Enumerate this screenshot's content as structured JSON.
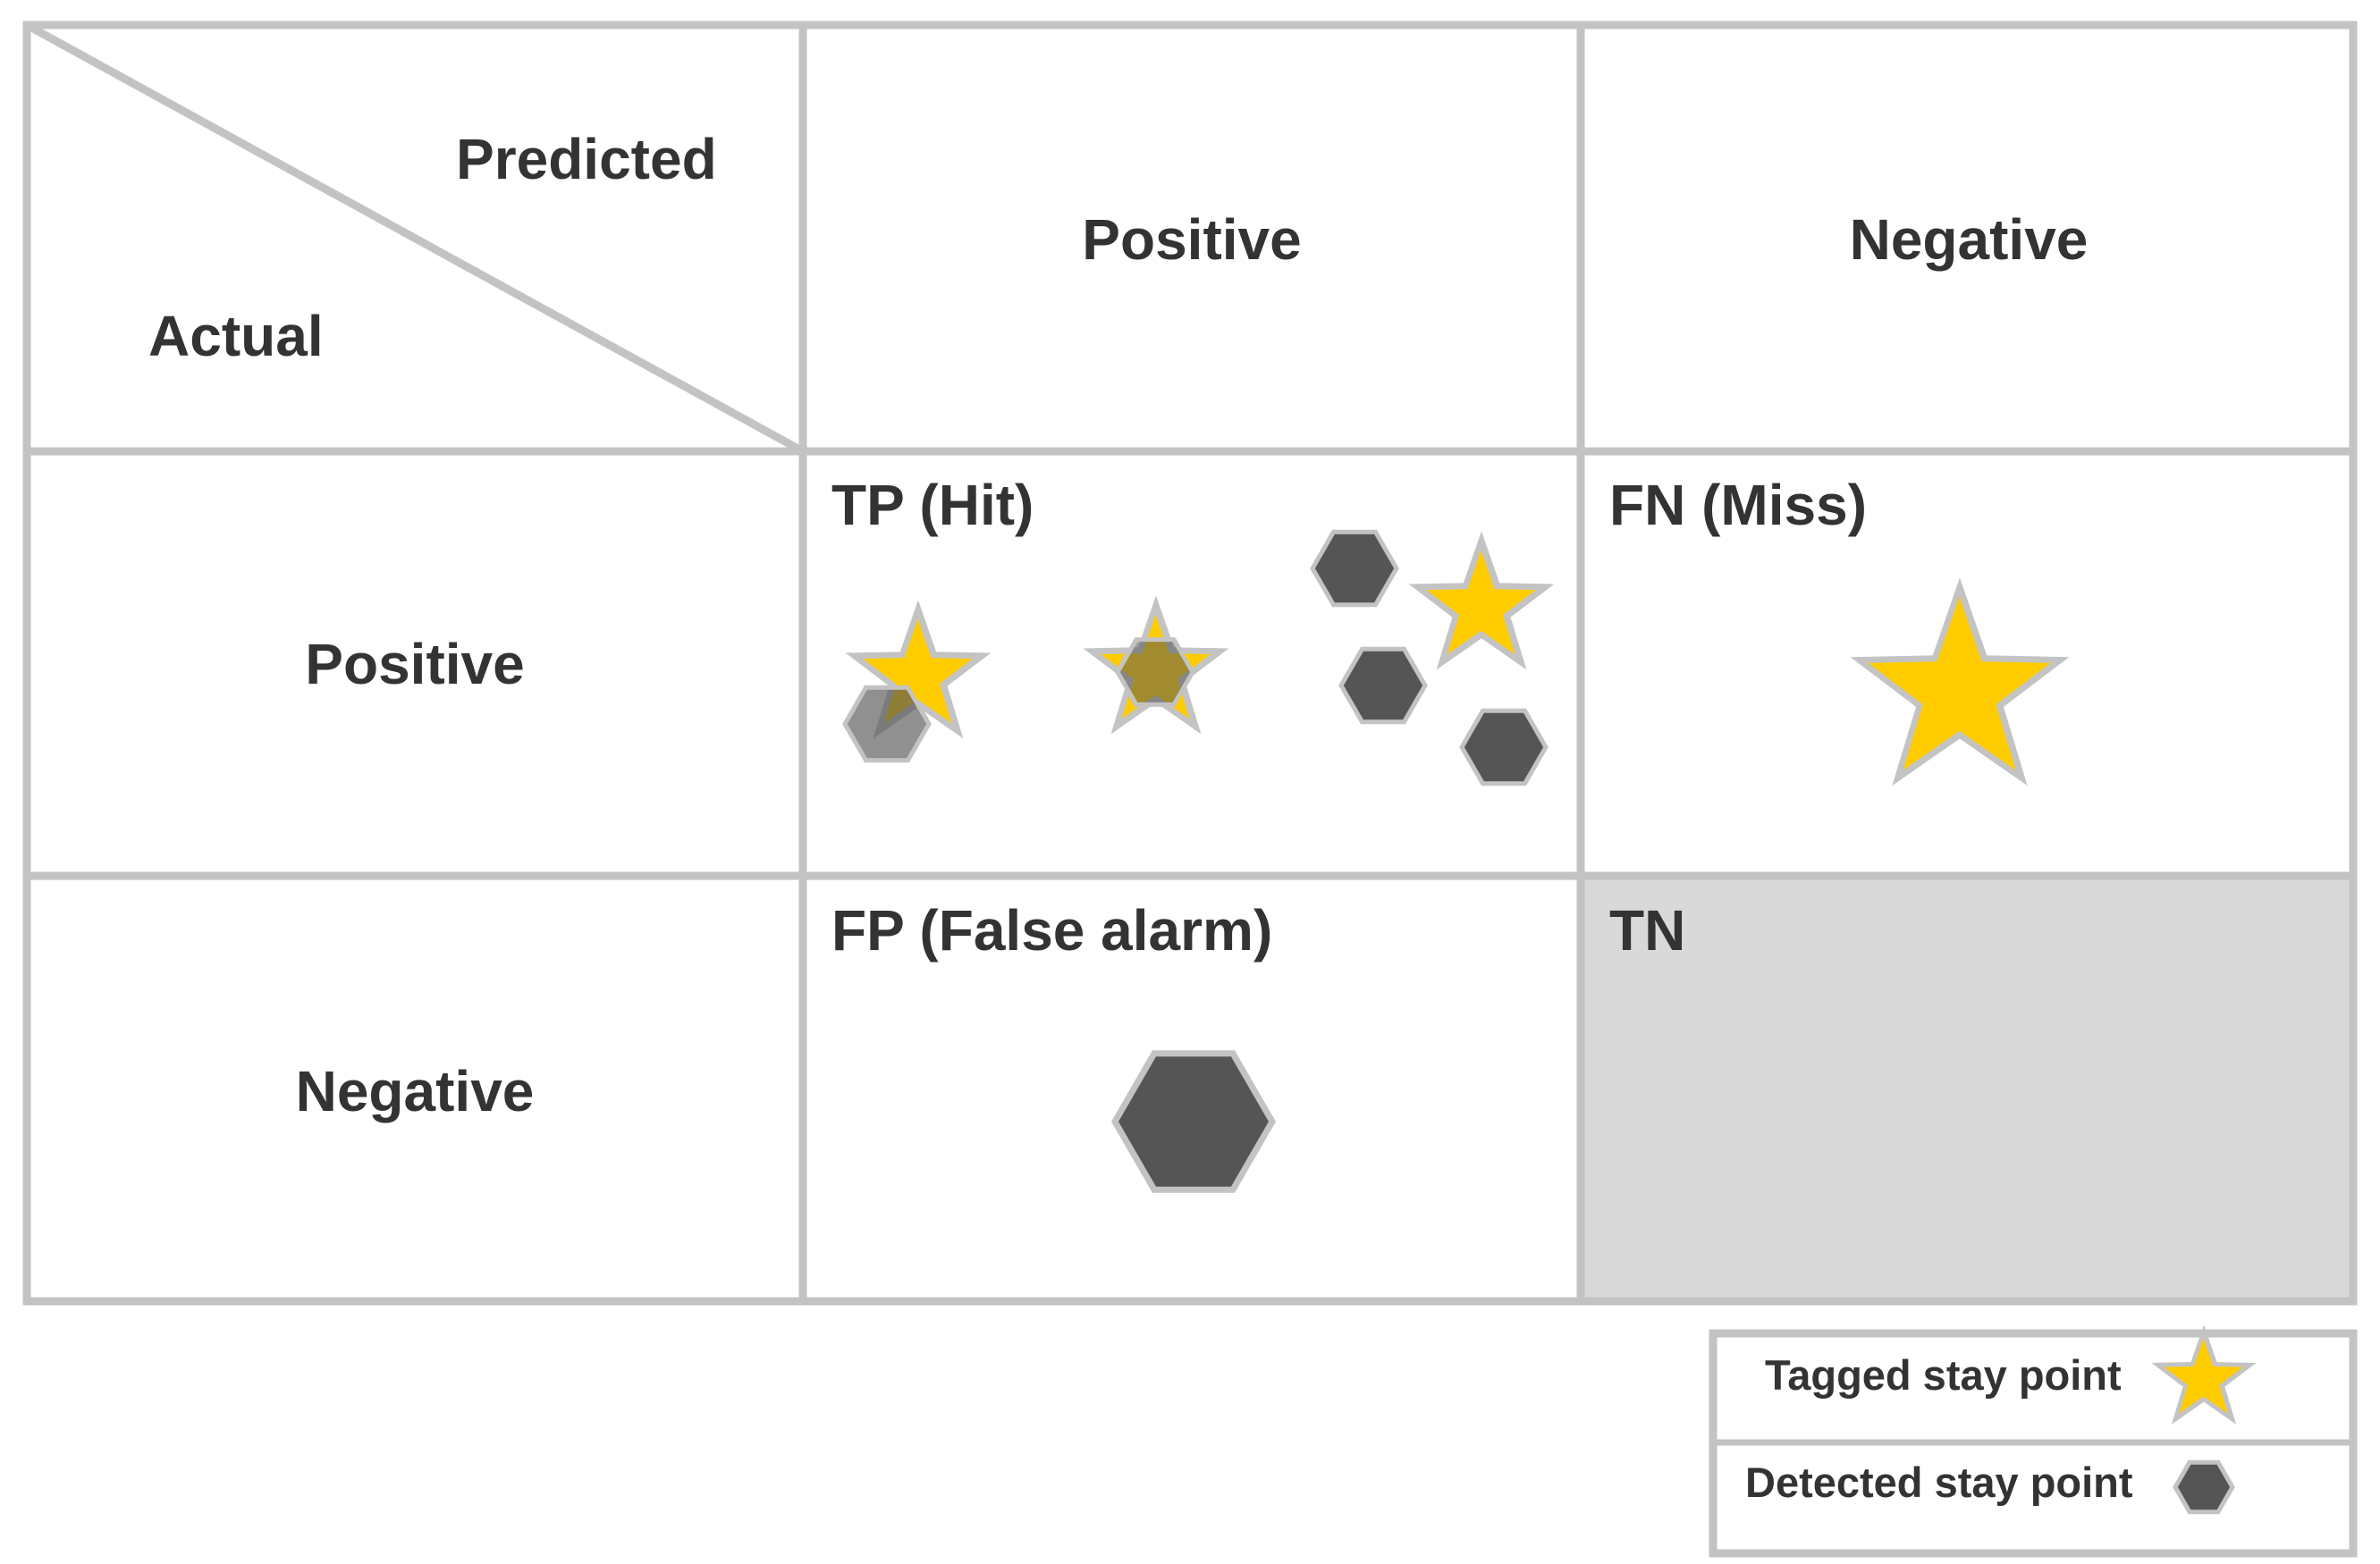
{
  "matrix": {
    "corner": {
      "predicted_label": "Predicted",
      "actual_label": "Actual"
    },
    "columns": [
      "Positive",
      "Negative"
    ],
    "rows": [
      "Positive",
      "Negative"
    ],
    "cells": {
      "tp": "TP (Hit)",
      "fn": "FN (Miss)",
      "fp": "FP (False alarm)",
      "tn": "TN"
    }
  },
  "legend": {
    "tagged_label": "Tagged stay point",
    "detected_label": "Detected stay point"
  },
  "colors": {
    "grid": "#c3c3c3",
    "star": "#ffcc00",
    "hexagon": "#555555",
    "text": "#333333",
    "tn_fill": "#d9d9d9"
  },
  "icons": {
    "tagged": "star-icon",
    "detected": "hexagon-icon"
  }
}
